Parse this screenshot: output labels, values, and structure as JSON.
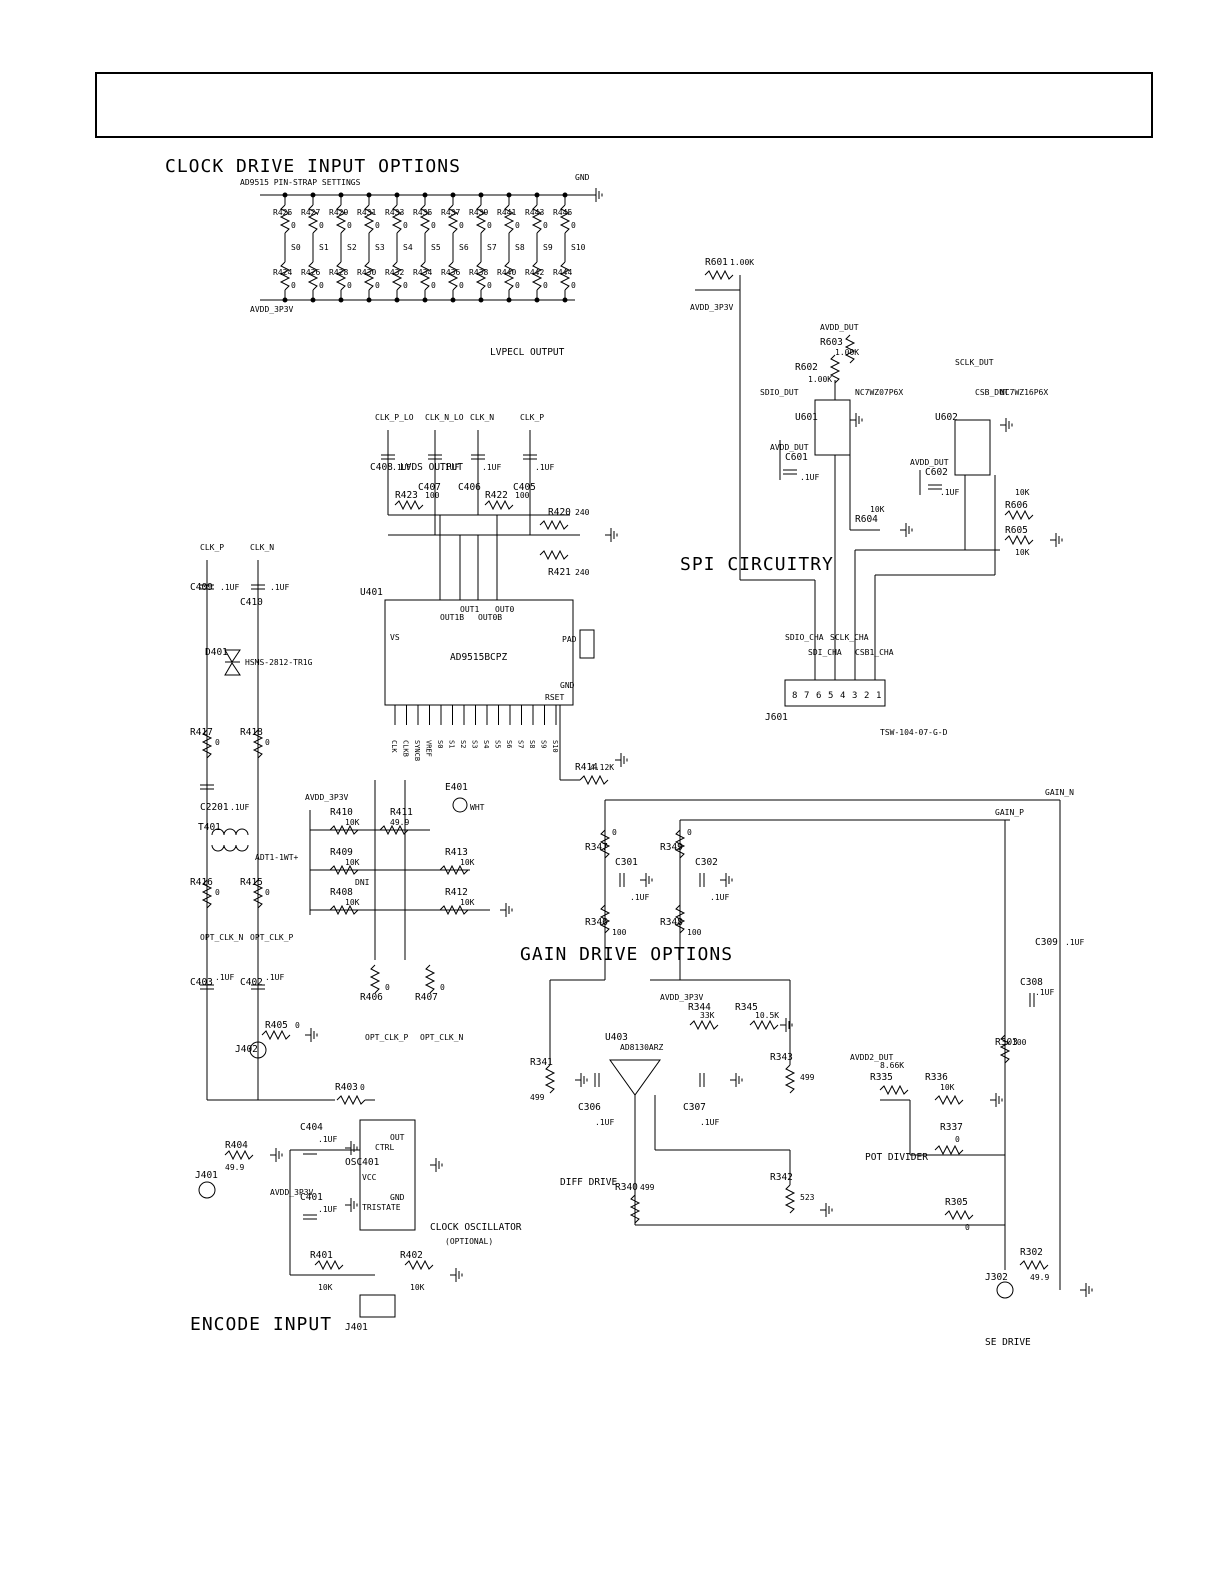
{
  "sections": {
    "clock_drive": "CLOCK DRIVE INPUT OPTIONS",
    "encode_input": "ENCODE INPUT",
    "clock_osc": "CLOCK OSCILLATOR",
    "clock_osc_note": "(OPTIONAL)",
    "lvds": "LVDS OUTPUT",
    "lvpecl": "LVPECL OUTPUT",
    "spi": "SPI CIRCUITRY",
    "gain": "GAIN DRIVE OPTIONS",
    "diff": "DIFF DRIVE",
    "se": "SE DRIVE",
    "pot": "POT DIVIDER",
    "pinstrap": "AD9515 PIN-STRAP SETTINGS"
  },
  "parts": {
    "u401": "U401",
    "u401_name": "AD9515BCPZ",
    "u401_pins": [
      "CLK",
      "CLKB",
      "SYNCB",
      "VREF",
      "S0",
      "S1",
      "S2",
      "S3",
      "S4",
      "S5",
      "S6",
      "S7",
      "S8",
      "S9",
      "S10",
      "RSET",
      "GND",
      "PAD",
      "OUT1B",
      "OUT1",
      "OUT0B",
      "OUT0",
      "VS"
    ],
    "u403": "U403",
    "u403_name": "AD8130ARZ",
    "u601": "U601",
    "u601_name": "NC7WZ07P6X",
    "u602": "U602",
    "u602_name": "NC7WZ16P6X",
    "t401": "T401",
    "t401_name": "ADT1-1WT+",
    "d401": "D401",
    "d401_name": "HSMS-2812-TR1G",
    "osc401": "OSC401",
    "osc_pins": [
      "TRISTATE",
      "VCC",
      "CTRL",
      "OUT",
      "GND"
    ],
    "j401": "J401",
    "j601": "J601",
    "j601_name": "TSW-104-07-G-D",
    "j402": "J402",
    "j302": "J302",
    "j401c": "J401",
    "e401": "E401",
    "e401_note": "WHT",
    "dni": "DNI"
  },
  "nets": {
    "avdd": "AVDD_3P3V",
    "avdd_dut": "AVDD_DUT",
    "avdd2_dut": "AVDD2_DUT",
    "gnd": "GND",
    "clk_p": "CLK_P",
    "clk_n": "CLK_N",
    "opt_clk_p": "OPT_CLK_P",
    "opt_clk_n": "OPT_CLK_N",
    "clk_p_lo": "CLK_P_LO",
    "clk_n_lo": "CLK_N_LO",
    "sdio_dut": "SDIO_DUT",
    "sclk_dut": "SCLK_DUT",
    "csb_dut": "CSB_DUT",
    "sdio_cha": "SDIO_CHA",
    "sdi_cha": "SDI_CHA",
    "sclk_cha": "SCLK_CHA",
    "csb1_cha": "CSB1_CHA",
    "gain_p": "GAIN_P",
    "gain_n": "GAIN_N"
  },
  "clock": {
    "c403": "C403",
    "c403v": ".1UF",
    "c402": "C402",
    "c402v": ".1UF",
    "c409": "C409",
    "c409v": ".1UF",
    "c410": "C410",
    "c410v": ".1UF",
    "c2201": "C2201",
    "c2201v": ".1UF",
    "r416": "R416",
    "r416v": "0",
    "r415": "R415",
    "r415v": "0",
    "r417": "R417",
    "r417v": "0",
    "r418": "R418",
    "r418v": "0",
    "r405": "R405",
    "r405v": "0",
    "r403": "R403",
    "r403v": "0",
    "r404": "R404",
    "r404v": "49.9",
    "c404": "C404",
    "c404v": ".1UF",
    "c401": "C401",
    "c401v": ".1UF",
    "r401": "R401",
    "r401v": "10K",
    "r402": "R402",
    "r402v": "10K",
    "r406": "R406",
    "r406v": "0",
    "r407": "R407",
    "r407v": "0",
    "r408": "R408",
    "r408v": "10K",
    "r409": "R409",
    "r409v": "10K",
    "r410": "R410",
    "r410v": "10K",
    "r411": "R411",
    "r411v": "49.9",
    "r412": "R412",
    "r412v": "10K",
    "r413": "R413",
    "r413v": "10K",
    "r414": "R414",
    "r414v": "4.12K"
  },
  "outputs": {
    "c408": "C408",
    "c408v": ".1UF",
    "c407": "C407",
    "c407v": ".1UF",
    "c406": "C406",
    "c406v": ".1UF",
    "c405": "C405",
    "c405v": ".1UF",
    "r423": "R423",
    "r423v": "100",
    "r422": "R422",
    "r422v": "100",
    "r420": "R420",
    "r420v": "240",
    "r421": "R421",
    "r421v": "240"
  },
  "pinstrap": {
    "top": [
      [
        "R425",
        "0"
      ],
      [
        "R427",
        "0"
      ],
      [
        "R429",
        "0"
      ],
      [
        "R431",
        "0"
      ],
      [
        "R433",
        "0"
      ],
      [
        "R435",
        "0"
      ],
      [
        "R437",
        "0"
      ],
      [
        "R439",
        "0"
      ],
      [
        "R441",
        "0"
      ],
      [
        "R443",
        "0"
      ],
      [
        "R445",
        "0"
      ]
    ],
    "bottom": [
      [
        "R424",
        "0"
      ],
      [
        "R426",
        "0"
      ],
      [
        "R428",
        "0"
      ],
      [
        "R430",
        "0"
      ],
      [
        "R432",
        "0"
      ],
      [
        "R434",
        "0"
      ],
      [
        "R436",
        "0"
      ],
      [
        "R438",
        "0"
      ],
      [
        "R440",
        "0"
      ],
      [
        "R442",
        "0"
      ],
      [
        "R444",
        "0"
      ]
    ],
    "nets": [
      "S0",
      "S1",
      "S2",
      "S3",
      "S4",
      "S5",
      "S6",
      "S7",
      "S8",
      "S9",
      "S10"
    ]
  },
  "spi": {
    "r601": "R601",
    "r601v": "1.00K",
    "r602": "R602",
    "r602v": "1.00K",
    "r603": "R603",
    "r603v": "1.00K",
    "r604": "R604",
    "r604v": "10K",
    "r605": "R605",
    "r605v": "10K",
    "r606": "R606",
    "r606v": "10K",
    "c601": "C601",
    "c601v": ".1UF",
    "c602": "C602",
    "c602v": ".1UF",
    "j601_pins": [
      "8",
      "7",
      "6",
      "5",
      "4",
      "3",
      "2",
      "1"
    ]
  },
  "gain": {
    "r341": "R341",
    "r341v": "499",
    "r340": "R340",
    "r340v": "499",
    "r342": "R342",
    "r342v": "523",
    "r343": "R343",
    "r343v": "499",
    "r344": "R344",
    "r344v": "33K",
    "r345": "R345",
    "r345v": "10.5K",
    "r346": "R346",
    "r346v": "100",
    "r347": "R347",
    "r347v": "0",
    "r348": "R348",
    "r348v": "100",
    "r349": "R349",
    "r349v": "0",
    "c301": "C301",
    "c301v": ".1UF",
    "c302": "C302",
    "c302v": ".1UF",
    "c306": "C306",
    "c306v": ".1UF",
    "c307": "C307",
    "c307v": ".1UF",
    "c308": "C308",
    "c308v": ".1UF",
    "c309": "C309",
    "c309v": ".1UF",
    "r303": "R303",
    "r303v": "100",
    "r302": "R302",
    "r302v": "49.9",
    "r305": "R305",
    "r305v": "0",
    "r335": "R335",
    "r335v": "8.66K",
    "r336": "R336",
    "r336v": "10K",
    "r337": "R337",
    "r337v": "0"
  }
}
